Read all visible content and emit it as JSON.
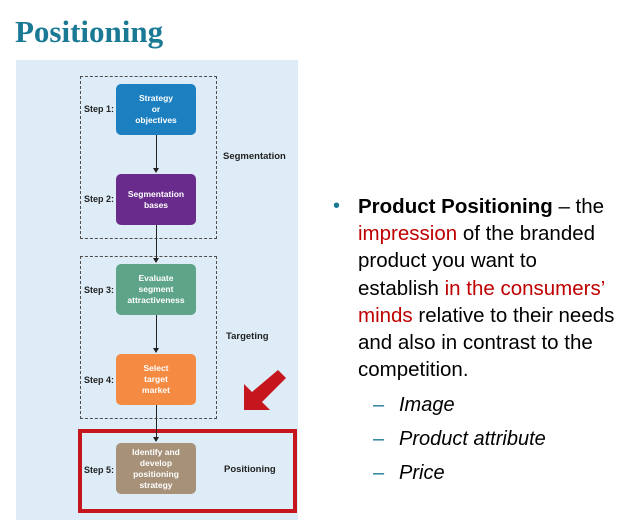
{
  "title": "Positioning",
  "diagram": {
    "steps": [
      {
        "label": "Step 1:",
        "text": "Strategy\nor\nobjectives",
        "color": "#1b7fc0"
      },
      {
        "label": "Step 2:",
        "text": "Segmentation\nbases",
        "color": "#6a2c8c"
      },
      {
        "label": "Step 3:",
        "text": "Evaluate\nsegment\nattractiveness",
        "color": "#5ea488"
      },
      {
        "label": "Step 4:",
        "text": "Select\ntarget\nmarket",
        "color": "#f58a43"
      },
      {
        "label": "Step 5:",
        "text": "Identify and\ndevelop\npositioning\nstrategy",
        "color": "#a79279"
      }
    ],
    "groups": {
      "segmentation": "Segmentation",
      "targeting": "Targeting",
      "positioning": "Positioning"
    },
    "highlight_color": "#c4161c"
  },
  "bullet": {
    "term": "Product Positioning",
    "dash": " – ",
    "seg1": "the ",
    "seg2": "impression",
    "seg3": " of the branded product you want to establish ",
    "seg4": "in the consumers’ minds",
    "seg5": " relative to their needs and also in contrast to the competition.",
    "dot": "•",
    "sub_dash": "–",
    "sub_items": [
      "Image",
      "Product attribute",
      "Price"
    ]
  },
  "colors": {
    "title": "#1a7a95",
    "panel": "#ddecf6",
    "emphasis": "#c00000",
    "bullet_marker": "#1a7a95"
  }
}
